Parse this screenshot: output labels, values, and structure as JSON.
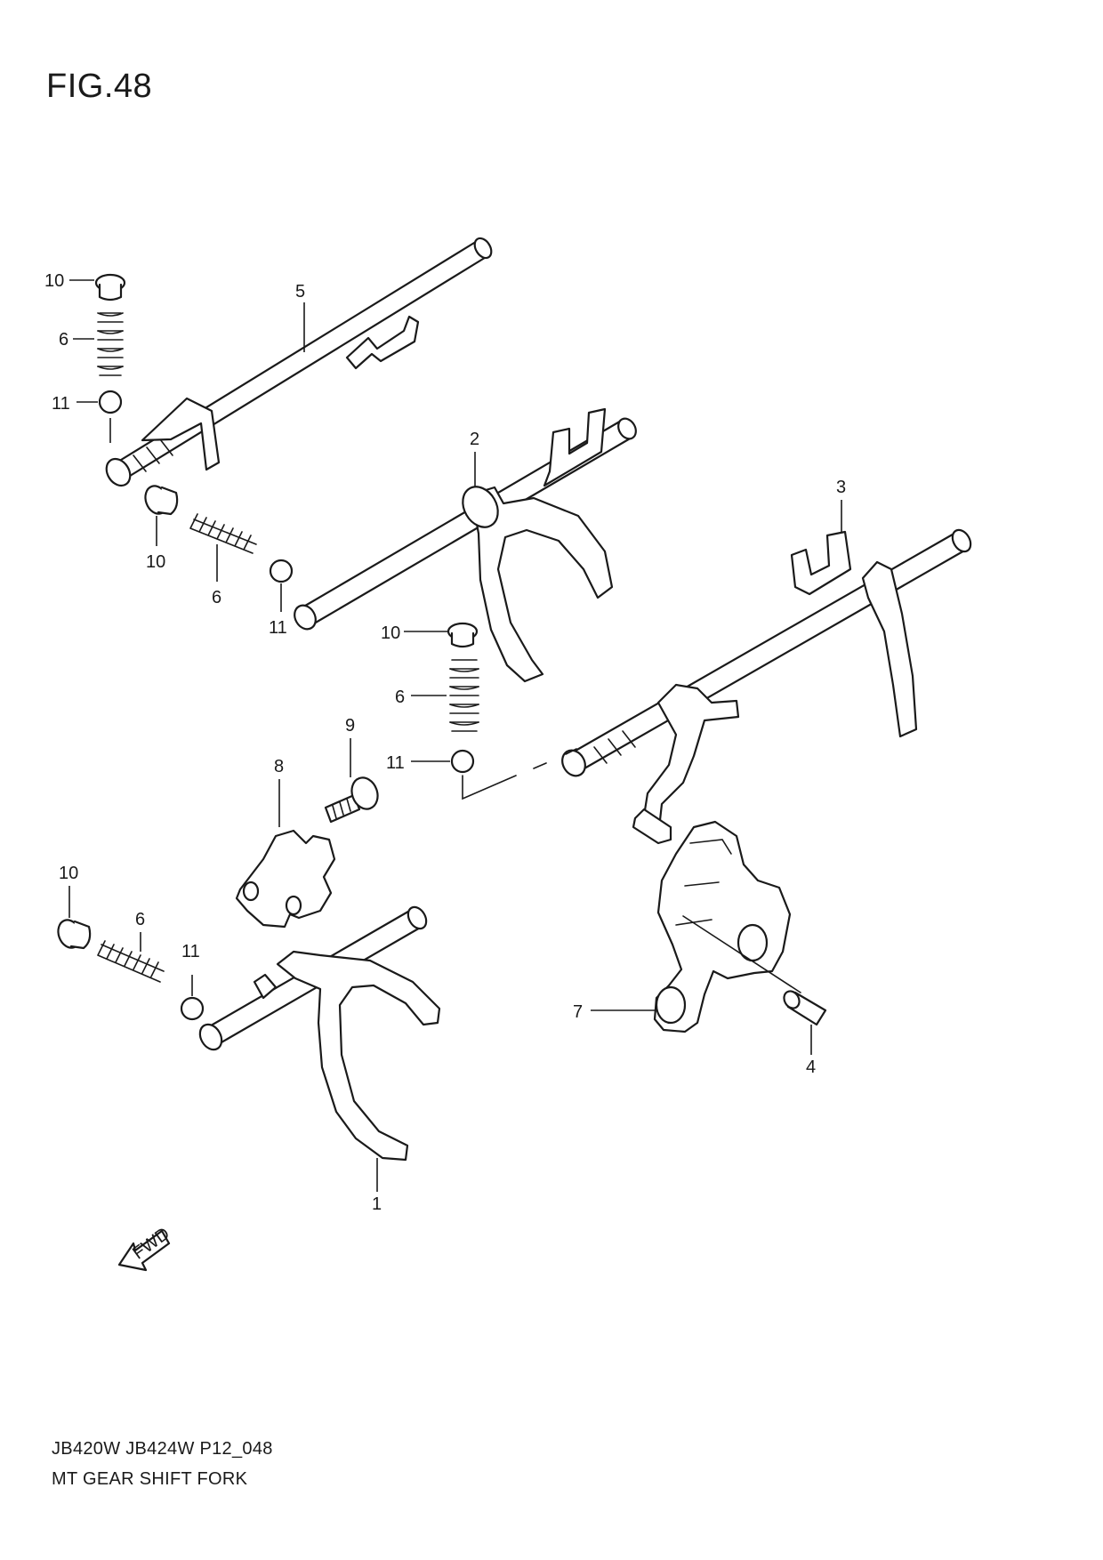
{
  "figure": {
    "title": "FIG.48"
  },
  "callouts": [
    {
      "id": "1",
      "text": "1"
    },
    {
      "id": "2",
      "text": "2"
    },
    {
      "id": "3",
      "text": "3"
    },
    {
      "id": "4",
      "text": "4"
    },
    {
      "id": "5",
      "text": "5"
    },
    {
      "id": "6",
      "text": "6"
    },
    {
      "id": "7",
      "text": "7"
    },
    {
      "id": "8",
      "text": "8"
    },
    {
      "id": "9",
      "text": "9"
    },
    {
      "id": "10",
      "text": "10"
    },
    {
      "id": "11",
      "text": "11"
    }
  ],
  "fwd_arrow": {
    "label": "FWD"
  },
  "footer": {
    "models": "JB420W JB424W P12_048",
    "description": "MT GEAR SHIFT FORK"
  }
}
